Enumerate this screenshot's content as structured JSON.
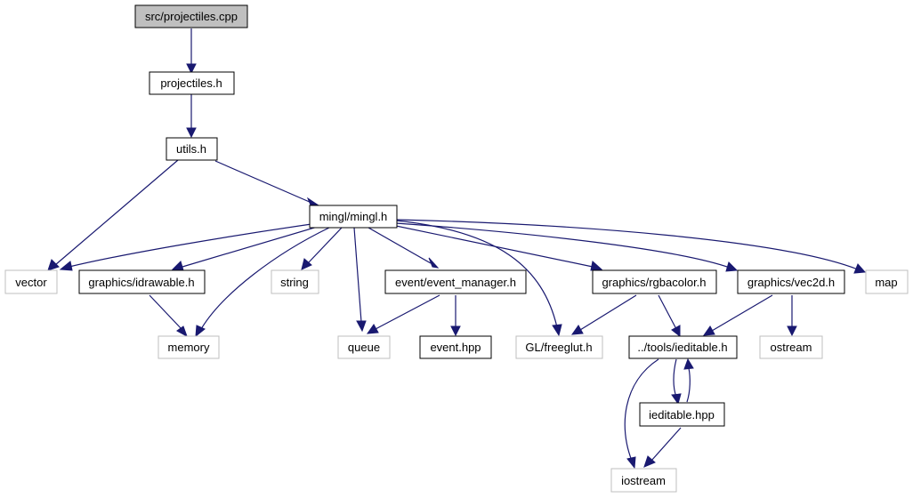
{
  "colors": {
    "edge": "#191970",
    "root_fill": "#bfbfbf",
    "internal_border": "#000000",
    "external_border": "#bfbfbf"
  },
  "nodes": {
    "root": "src/projectiles.cpp",
    "projectiles_h": "projectiles.h",
    "utils_h": "utils.h",
    "mingl_h": "mingl/mingl.h",
    "vector": "vector",
    "idrawable_h": "graphics/idrawable.h",
    "string": "string",
    "event_manager_h": "event/event_manager.h",
    "rgbacolor_h": "graphics/rgbacolor.h",
    "vec2d_h": "graphics/vec2d.h",
    "map": "map",
    "memory": "memory",
    "queue": "queue",
    "event_hpp": "event.hpp",
    "freeglut_h": "GL/freeglut.h",
    "ieditable_h": "../tools/ieditable.h",
    "ostream": "ostream",
    "ieditable_hpp": "ieditable.hpp",
    "iostream": "iostream"
  }
}
